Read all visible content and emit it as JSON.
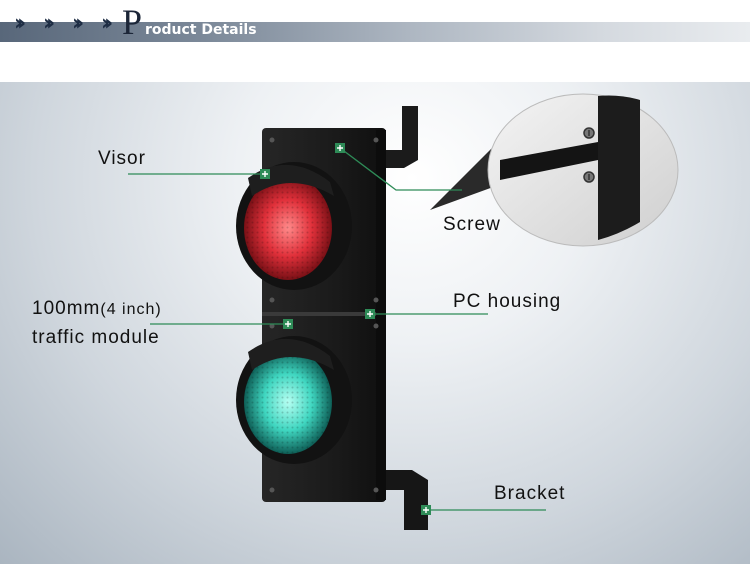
{
  "header": {
    "title_initial": "P",
    "title_rest": "roduct Details",
    "chevron_count": 4
  },
  "labels": {
    "visor": "Visor",
    "screw": "Screw",
    "module_size": "100mm",
    "module_size_inch": "(4 inch)",
    "module_name": "traffic module",
    "pc_housing": "PC housing",
    "bracket": "Bracket"
  },
  "colors": {
    "callout_line": "#2e8b57",
    "red_lamp": "#e0303a",
    "green_lamp": "#3fd6c0",
    "housing": "#1a1a1a"
  }
}
